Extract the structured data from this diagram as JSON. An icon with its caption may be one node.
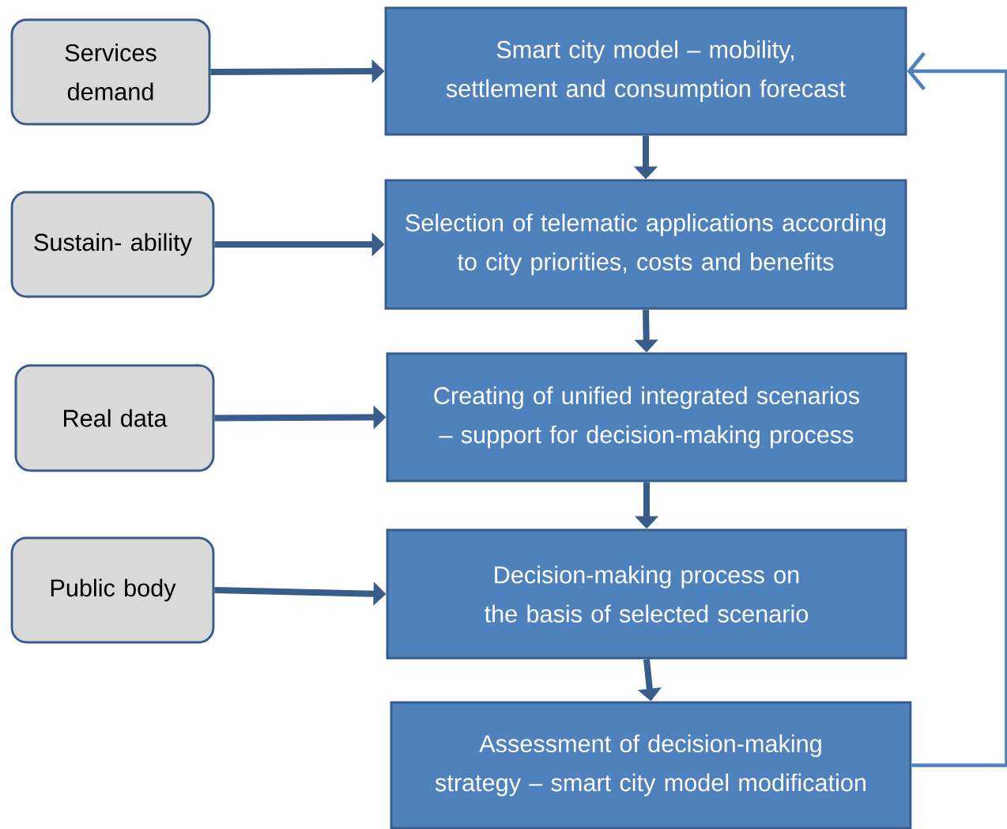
{
  "diagram": {
    "nodes": [
      {
        "text": [
          "Services demand"
        ]
      },
      {
        "text": [
          "Smart city model – mobility, settlement and consumption forecast"
        ]
      },
      {
        "text": [
          "Sustain- ability"
        ]
      },
      {
        "text": [
          "Selection of telematic applications according to city priorities, costs and benefits"
        ]
      },
      {
        "text": [
          "Real data"
        ]
      },
      {
        "text": [
          "Creating of unified integrated scenarios – support for decision-making process"
        ]
      },
      {
        "text": [
          "Public body"
        ]
      },
      {
        "text": [
          "Decision-making process on the basis of selected scenario"
        ]
      },
      {
        "text": [
          "Assessment of decision-making strategy – smart city model modification"
        ]
      }
    ],
    "edges": [
      {
        "from": 0,
        "to": 1,
        "arrow": "to"
      },
      {
        "from": 2,
        "to": 3,
        "arrow": "to"
      },
      {
        "from": 4,
        "to": 5,
        "arrow": "to"
      },
      {
        "from": 6,
        "to": 7,
        "arrow": "to"
      },
      {
        "from": 1,
        "to": 3,
        "arrow": "to"
      },
      {
        "from": 3,
        "to": 5,
        "arrow": "to"
      },
      {
        "from": 5,
        "to": 7,
        "arrow": "to"
      },
      {
        "from": 7,
        "to": 8,
        "arrow": "to"
      },
      {
        "from": 8,
        "to": 1,
        "arrow": "to"
      }
    ]
  }
}
